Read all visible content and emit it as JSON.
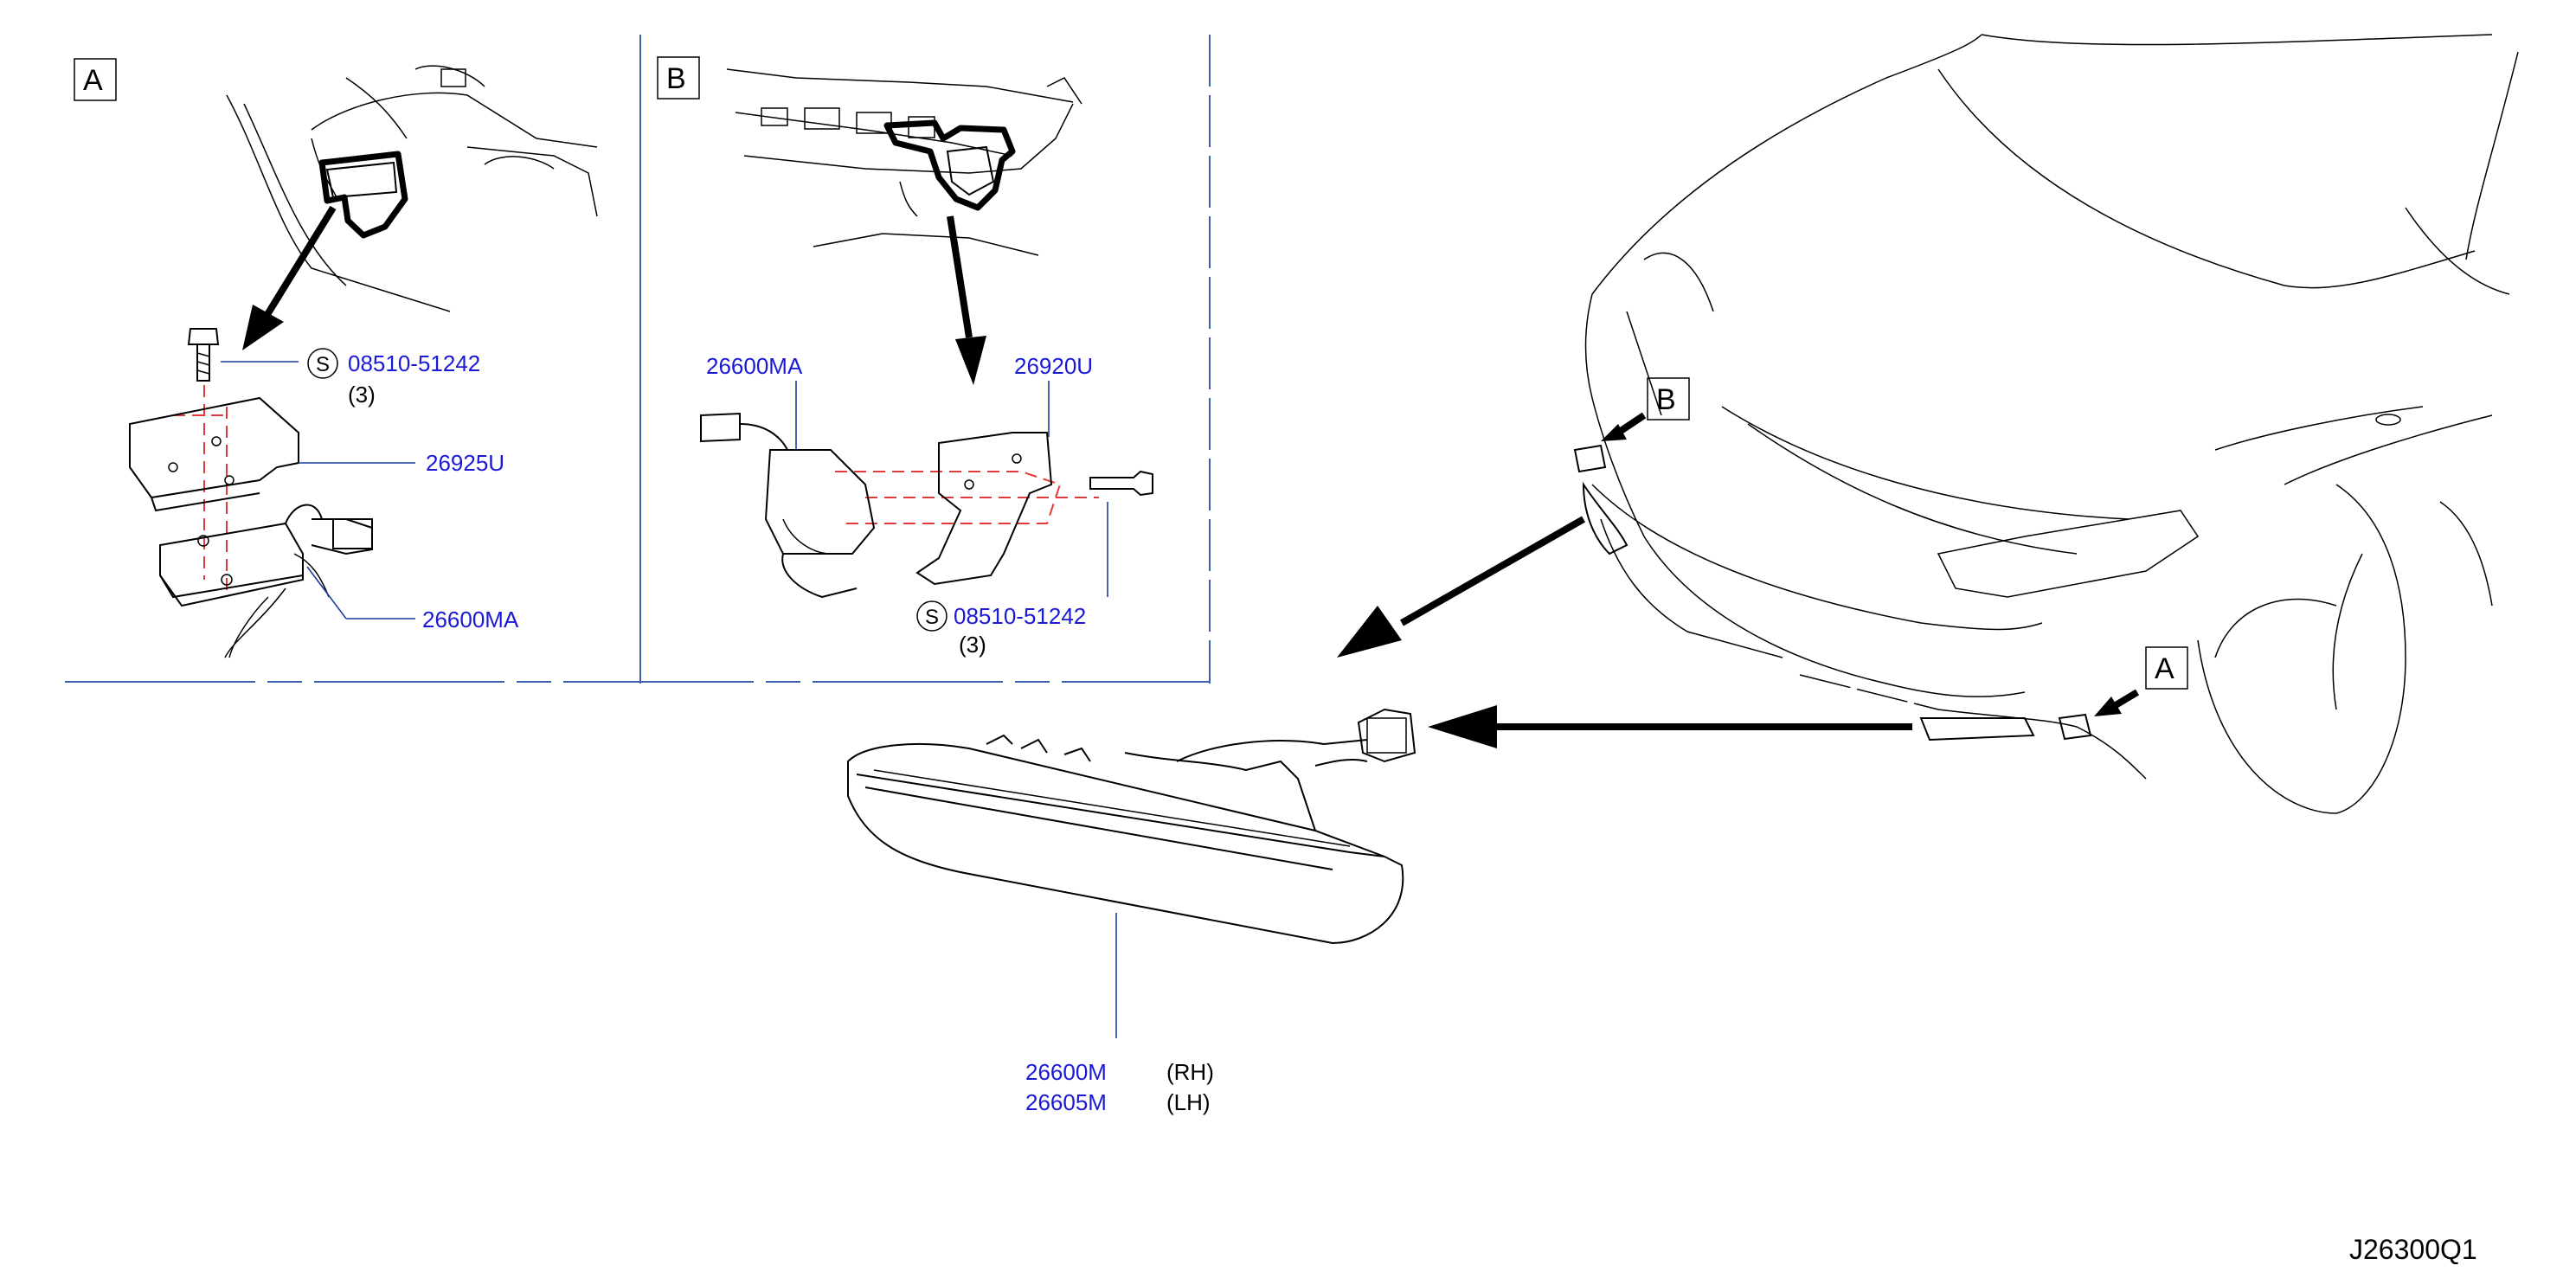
{
  "views": {
    "a": {
      "label": "A"
    },
    "b": {
      "label": "B"
    }
  },
  "callouts": {
    "b_on_car": "B",
    "a_on_car": "A"
  },
  "parts": {
    "bolt_a": {
      "s_mark": "S",
      "number": "08510-51242",
      "qty": "(3)"
    },
    "bracket_a": {
      "number": "26925U"
    },
    "module_a": {
      "number": "26600MA"
    },
    "module_b": {
      "number": "26600MA"
    },
    "bracket_b": {
      "number": "26920U"
    },
    "bolt_b": {
      "s_mark": "S",
      "number": "08510-51242",
      "qty": "(3)"
    },
    "lamp_rh": {
      "number": "26600M",
      "side": "(RH)"
    },
    "lamp_lh": {
      "number": "26605M",
      "side": "(LH)"
    }
  },
  "diagram_code": "J26300Q1"
}
